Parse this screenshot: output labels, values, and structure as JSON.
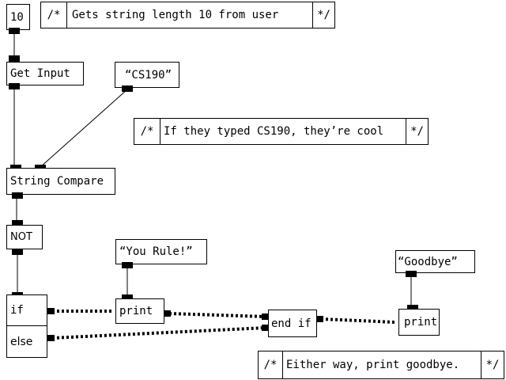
{
  "nodes": {
    "const_10": "10",
    "get_input": "Get Input",
    "const_cs190": "“CS190”",
    "string_compare": "String Compare",
    "not": "NOT",
    "if_label": "if",
    "else_label": "else",
    "const_you_rule": "“You Rule!”",
    "print_1": "print",
    "end_if": "end if",
    "const_goodbye": "“Goodbye”",
    "print_2": "print"
  },
  "comments": {
    "open": "/*",
    "close": "*/",
    "c1": "Gets string length 10 from user",
    "c2": "If they typed CS190, they’re cool",
    "c3": "Either way, print goodbye."
  }
}
